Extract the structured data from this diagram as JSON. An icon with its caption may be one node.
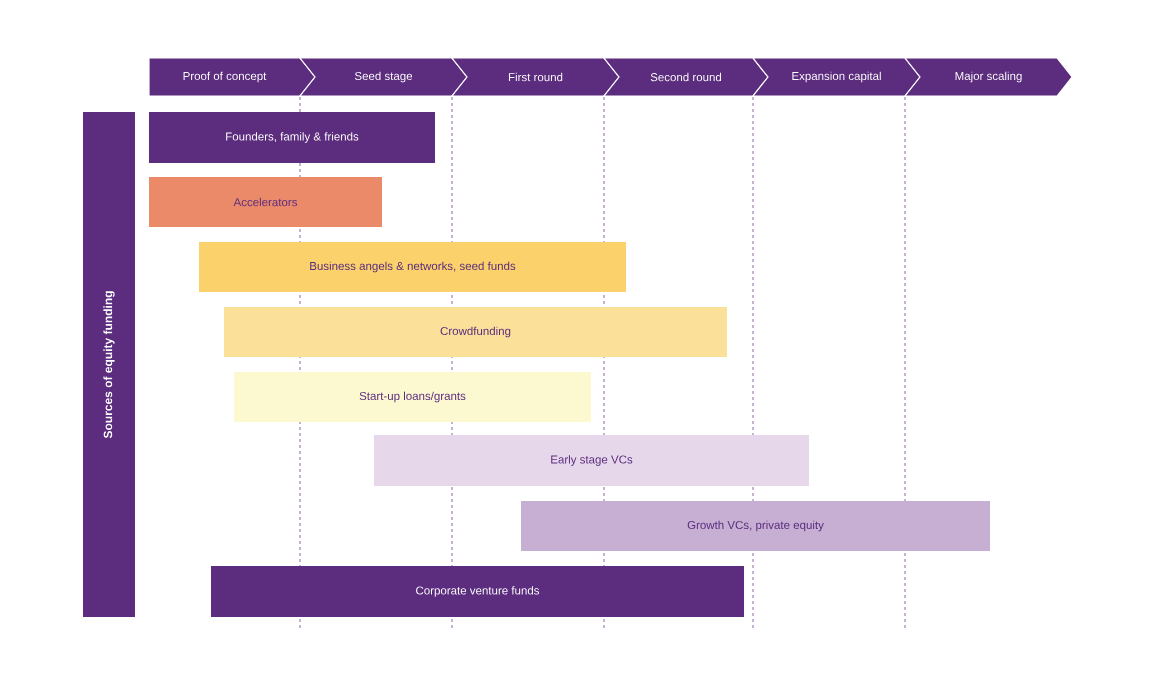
{
  "diagram": {
    "nodes": [
      {
        "text": [
          "Proof of concept"
        ]
      },
      {
        "text": [
          "Seed stage"
        ]
      },
      {
        "text": [
          "First round"
        ]
      },
      {
        "text": [
          "Second round"
        ]
      },
      {
        "text": [
          "Expansion capital"
        ]
      },
      {
        "text": [
          "Major scaling"
        ]
      },
      {
        "text": [
          "Sources of equity funding"
        ]
      },
      {
        "text": [
          "Founders, family & friends"
        ]
      },
      {
        "text": [
          "Accelerators"
        ]
      },
      {
        "text": [
          "Business angels & networks, seed funds"
        ]
      },
      {
        "text": [
          "Crowdfunding"
        ]
      },
      {
        "text": [
          "Start-up loans/grants"
        ]
      },
      {
        "text": [
          "Early stage VCs"
        ]
      },
      {
        "text": [
          "Growth VCs, private equity"
        ]
      },
      {
        "text": [
          "Corporate venture funds"
        ]
      }
    ]
  }
}
